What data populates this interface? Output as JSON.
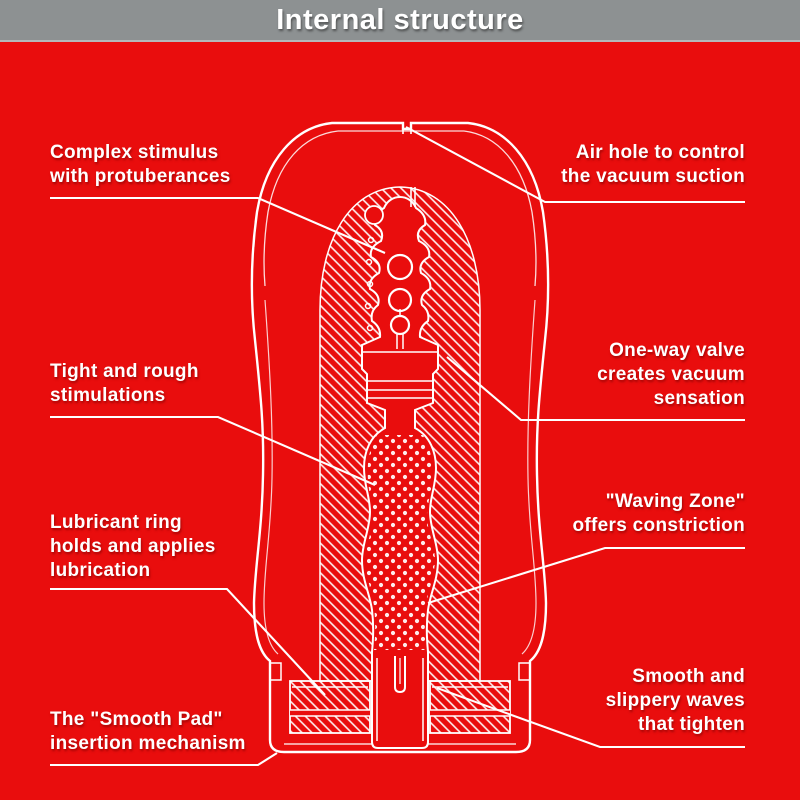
{
  "title": "Internal structure",
  "colors": {
    "background": "#e90d0d",
    "header_bg": "#8d9192",
    "line": "#ffffff",
    "text": "#ffffff"
  },
  "annotations": {
    "complex_stimulus": {
      "lines": [
        "Complex stimulus",
        "with protuberances"
      ]
    },
    "air_hole": {
      "lines": [
        "Air hole to control",
        "the vacuum suction"
      ]
    },
    "tight_rough": {
      "lines": [
        "Tight and rough",
        "stimulations"
      ]
    },
    "one_way_valve": {
      "lines": [
        "One-way valve",
        "creates vacuum",
        "sensation"
      ]
    },
    "lubricant_ring": {
      "lines": [
        "Lubricant ring",
        "holds and applies",
        "lubrication"
      ]
    },
    "waving_zone": {
      "lines": [
        "\"Waving Zone\"",
        "offers constriction"
      ]
    },
    "smooth_pad": {
      "lines": [
        "The \"Smooth Pad\"",
        "insertion mechanism"
      ]
    },
    "smooth_waves": {
      "lines": [
        "Smooth and",
        "slippery waves",
        "that tighten"
      ]
    }
  }
}
